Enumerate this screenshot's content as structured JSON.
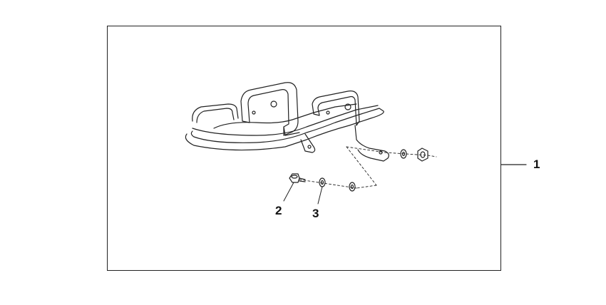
{
  "callouts": {
    "assembly": "1",
    "bolt": "2",
    "washer": "3"
  },
  "colors": {
    "line": "#222222",
    "background": "#ffffff"
  }
}
